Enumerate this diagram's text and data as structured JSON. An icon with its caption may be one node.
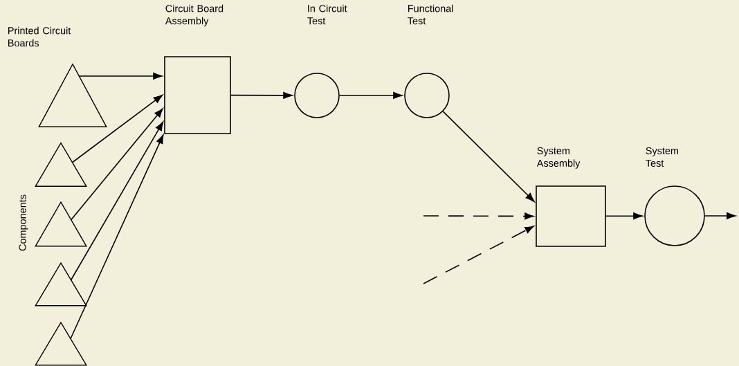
{
  "diagram": {
    "nodes": [
      {
        "text": [
          "Printed Circuit Boards"
        ]
      },
      {
        "text": [],
        "shape": "triangle"
      },
      {
        "text": [],
        "shape": "triangle"
      },
      {
        "text": [],
        "shape": "triangle"
      },
      {
        "text": [],
        "shape": "triangle"
      },
      {
        "text": [
          "Circuit Board Assembly"
        ]
      },
      {
        "text": [
          "In Circuit Test"
        ]
      },
      {
        "text": [
          "Functional Test"
        ]
      },
      {
        "text": [
          "System Assembly"
        ]
      },
      {
        "text": [
          "System Test"
        ]
      }
    ],
    "edges": [
      {
        "from": 0,
        "to": 5,
        "arrow": "to"
      },
      {
        "from": 1,
        "to": 5,
        "arrow": "to"
      },
      {
        "from": 2,
        "to": 5,
        "arrow": "to"
      },
      {
        "from": 3,
        "to": 5,
        "arrow": "to"
      },
      {
        "from": 4,
        "to": 5,
        "arrow": "to"
      },
      {
        "from": 5,
        "to": 6,
        "arrow": "to"
      },
      {
        "from": 6,
        "to": 7,
        "arrow": "to"
      },
      {
        "from": 7,
        "to": 8,
        "arrow": "to"
      },
      {
        "from": null,
        "to": 8,
        "arrow": "to",
        "style": "dashed"
      },
      {
        "from": null,
        "to": 8,
        "arrow": "to",
        "style": "dashed"
      },
      {
        "from": 8,
        "to": 9,
        "arrow": "to"
      },
      {
        "from": 9,
        "to": null,
        "arrow": "to"
      }
    ],
    "labels": [
      "Components"
    ]
  }
}
